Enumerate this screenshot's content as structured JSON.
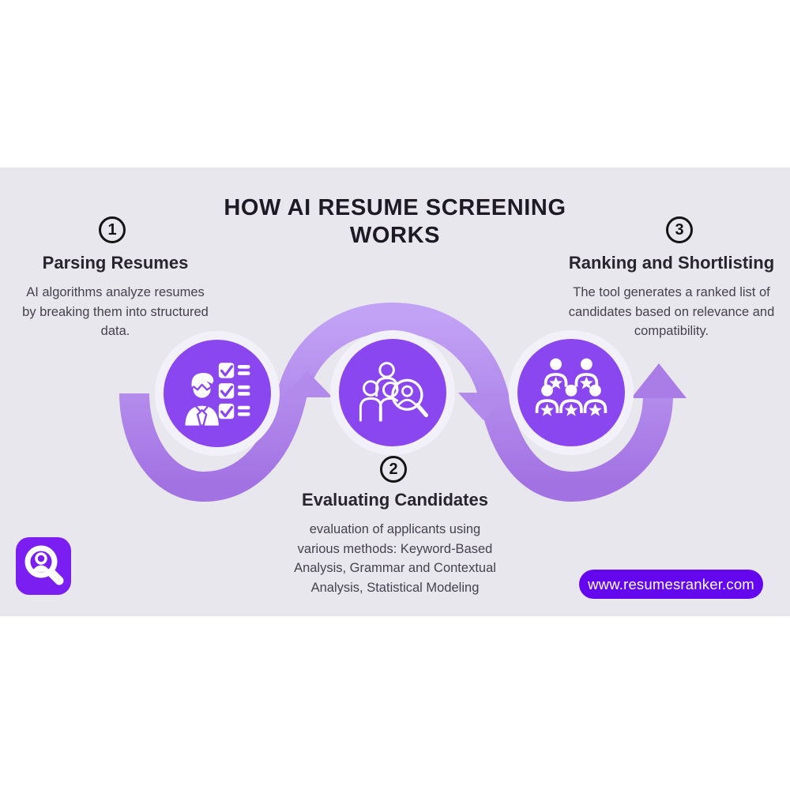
{
  "title": {
    "line1": "HOW AI RESUME SCREENING",
    "line2": "WORKS"
  },
  "steps": [
    {
      "number": "1",
      "heading": "Parsing Resumes",
      "body": "AI algorithms analyze resumes by breaking them into structured data.",
      "icon": "person-checklist-icon"
    },
    {
      "number": "2",
      "heading": "Evaluating Candidates",
      "body": "evaluation of applicants using various methods: Keyword-Based Analysis, Grammar and Contextual Analysis, Statistical Modeling",
      "icon": "people-magnifier-icon"
    },
    {
      "number": "3",
      "heading": "Ranking and Shortlisting",
      "body": "The tool generates a ranked list of candidates based on relevance and compatibility.",
      "icon": "people-stars-icon"
    }
  ],
  "footer": {
    "website": "www.resumesranker.com"
  },
  "colors": {
    "accent_purple": "#8a47f0",
    "wave_purple": "#b18cec",
    "logo_purple": "#7a1ef2",
    "pill_purple": "#6507ee",
    "panel_background": "#e9e7ee",
    "text_dark": "#1d1a26"
  }
}
